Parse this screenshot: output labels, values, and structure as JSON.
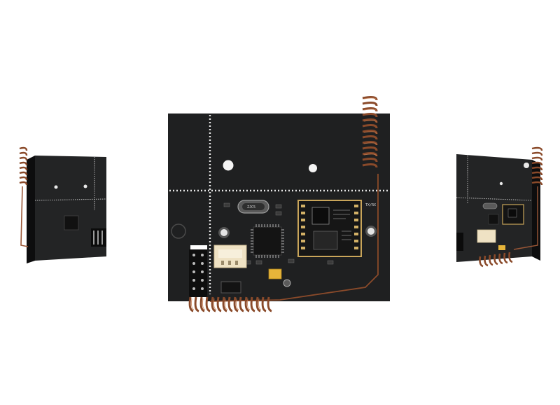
{
  "scene": {
    "description_free": true,
    "background_color": "#ffffff",
    "pcb_color": "#1c1d1e",
    "silkscreen_color": "#e6e6e6",
    "copper_coil_color": "#8a4a2a",
    "copper_highlight_color": "#c47a4f",
    "connector_color": "#efe2c4",
    "capacitor_color": "#e7b53a"
  },
  "boards": [
    {
      "id": "left-board",
      "view": "angled-left"
    },
    {
      "id": "center-board",
      "view": "front"
    },
    {
      "id": "right-board",
      "view": "angled-right"
    }
  ],
  "markings": {
    "crystal_text": "ZJC5",
    "module_text": "TX/RX"
  }
}
